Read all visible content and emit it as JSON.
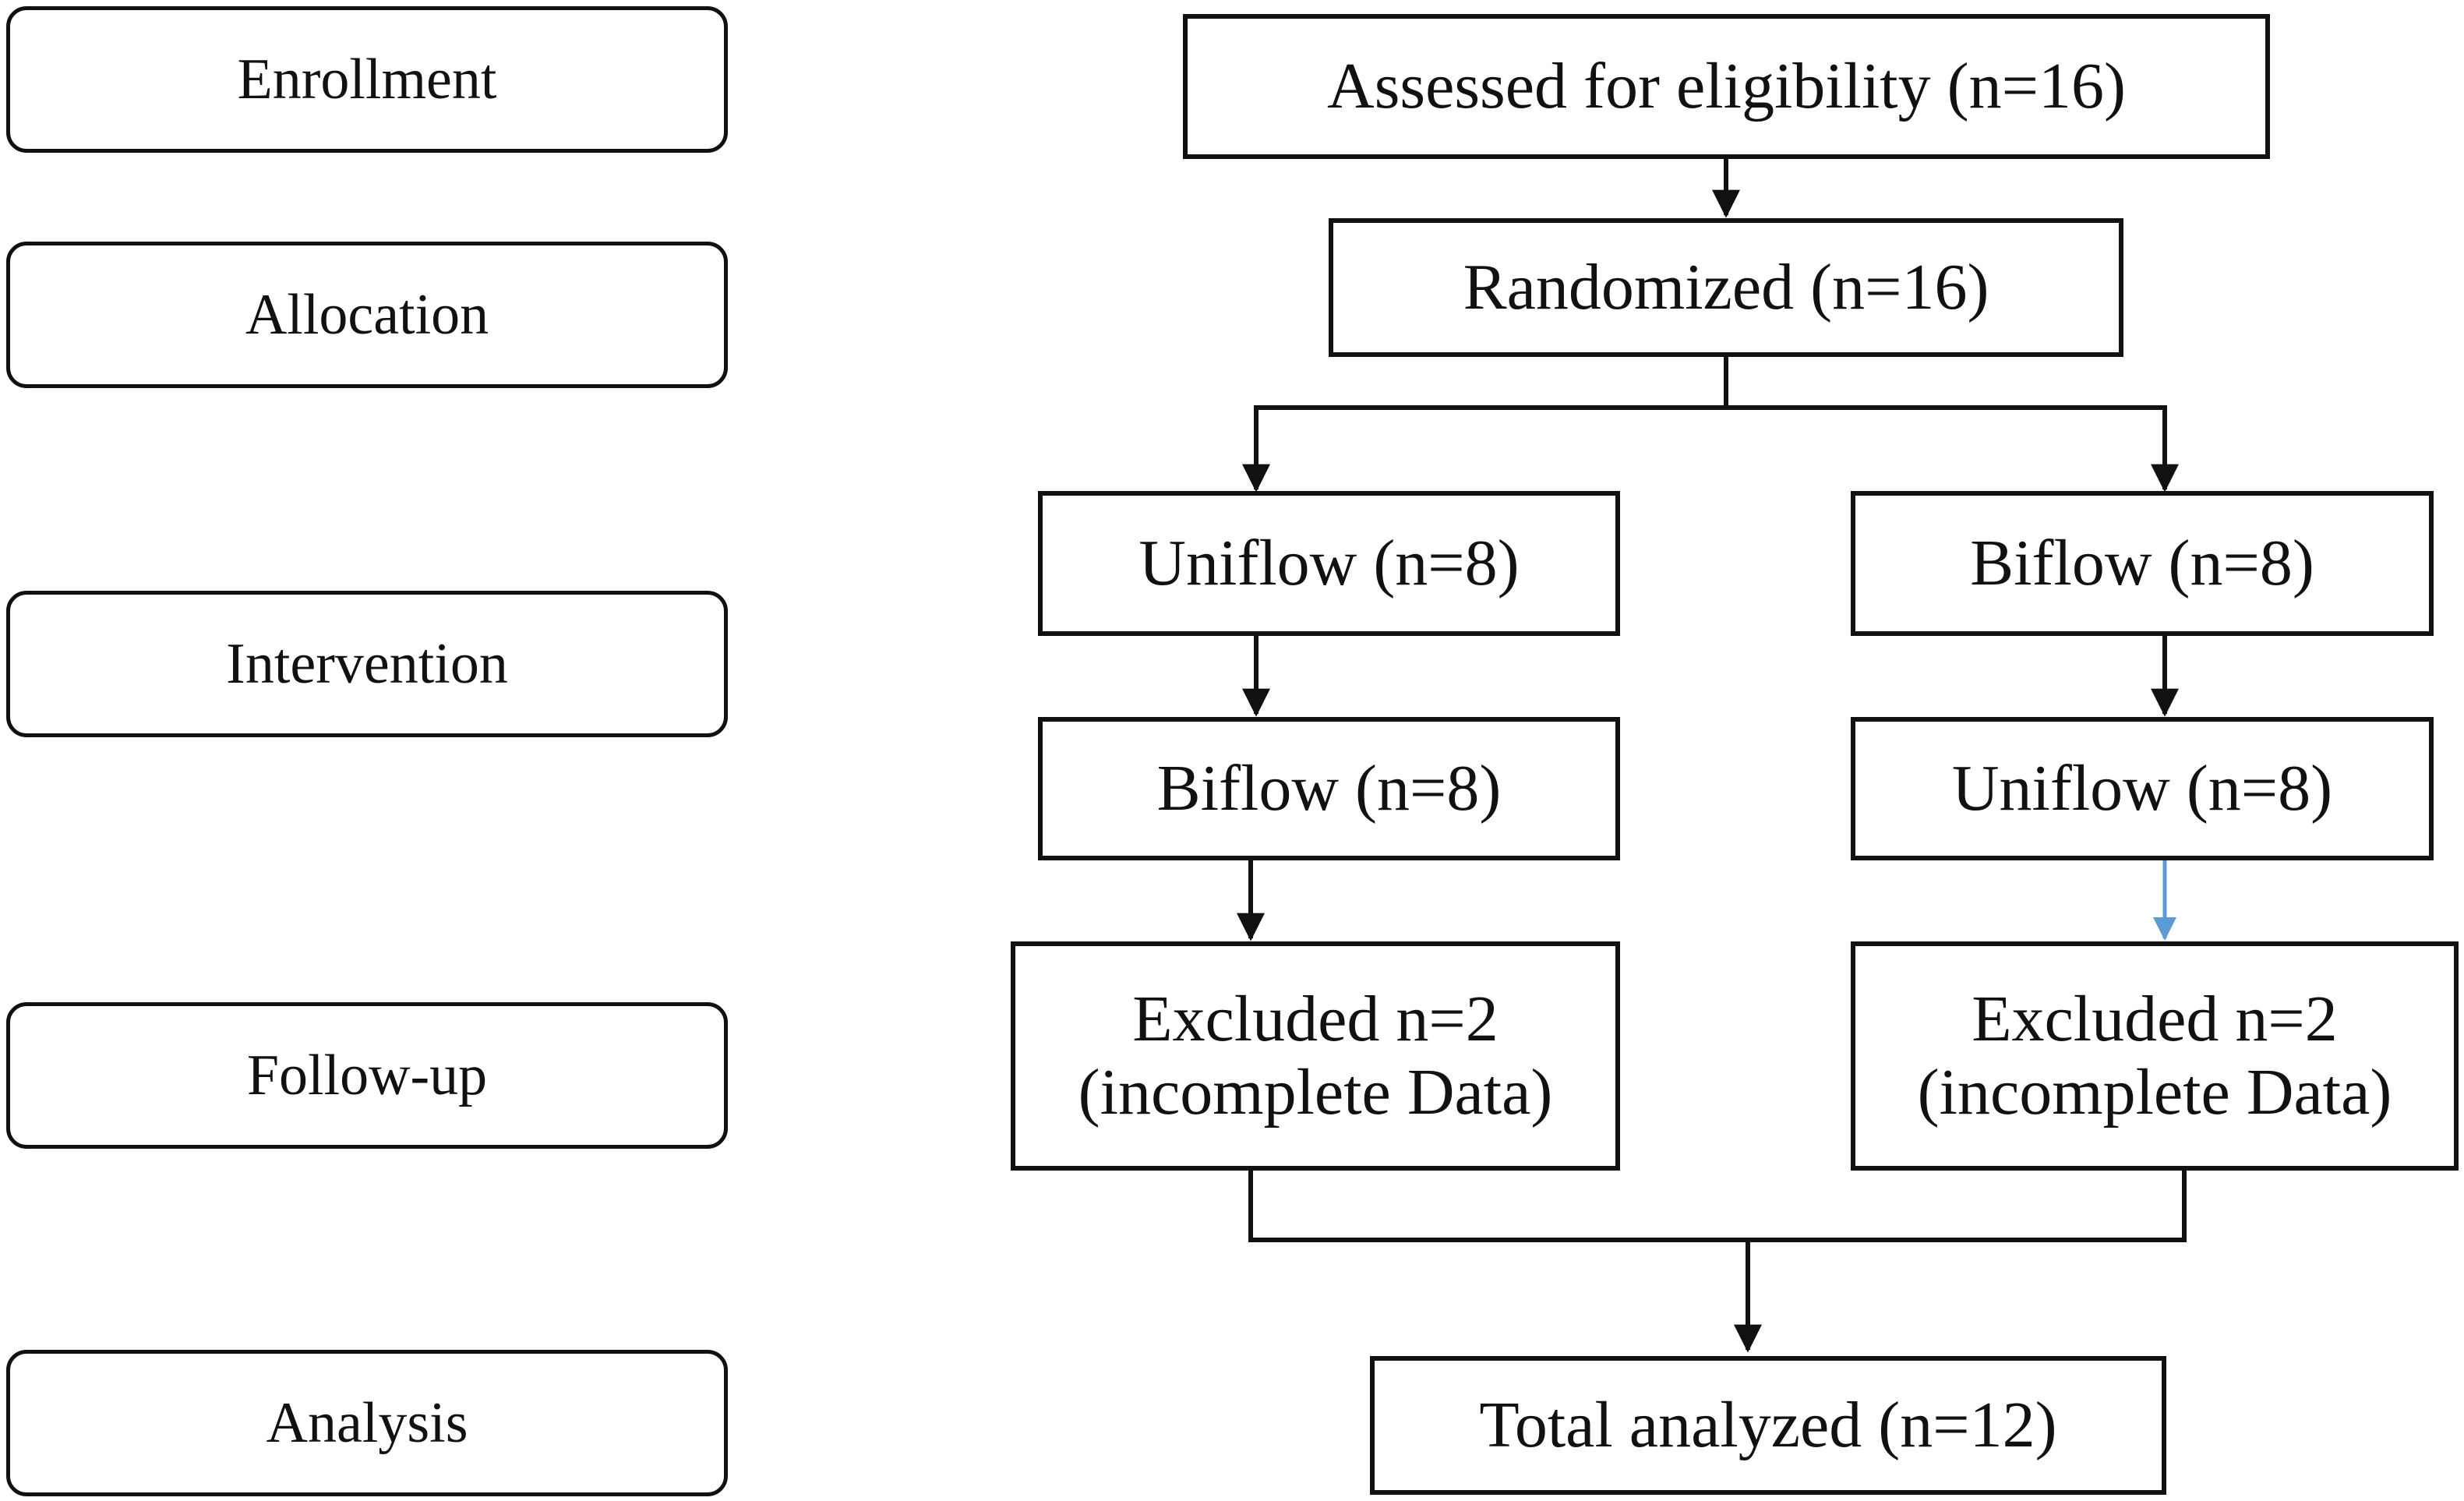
{
  "stages": {
    "enrollment": "Enrollment",
    "allocation": "Allocation",
    "intervention": "Intervention",
    "follow_up": "Follow-up",
    "analysis": "Analysis"
  },
  "flow": {
    "assessed": "Assessed for eligibility (n=16)",
    "randomized": "Randomized (n=16)",
    "left_arm": {
      "first": "Uniflow (n=8)",
      "second": "Biflow (n=8)",
      "excluded_line1": "Excluded n=2",
      "excluded_line2": "(incomplete Data)"
    },
    "right_arm": {
      "first": "Biflow (n=8)",
      "second": "Uniflow (n=8)",
      "excluded_line1": "Excluded n=2",
      "excluded_line2": "(incomplete Data)"
    },
    "total": "Total analyzed (n=12)"
  },
  "colors": {
    "line": "#111111",
    "highlight_arrow": "#5b9bd5"
  }
}
